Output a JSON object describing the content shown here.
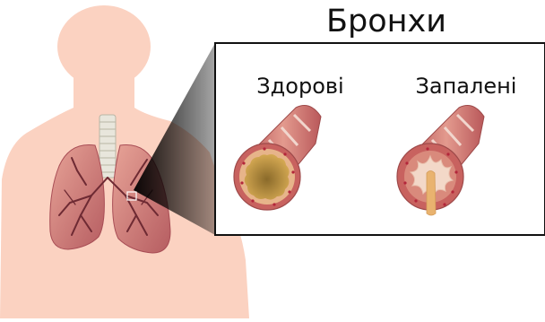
{
  "title": "Бронхи",
  "panels": [
    {
      "id": "healthy",
      "label": "Здорові"
    },
    {
      "id": "inflamed",
      "label": "Запалені"
    }
  ],
  "colors": {
    "skin": "#fbd2c1",
    "lung": "#d7807a",
    "lung_dark": "#9c4048",
    "trachea": "#e6e6dc",
    "bronchus_wall": "#c8625f",
    "bronchus_stripe": "#efc8c0",
    "lumen_healthy": "#c89c4a",
    "mucus": "#efc98d",
    "inset_border": "#111111",
    "zoom_shade": "#3a3a3a"
  }
}
